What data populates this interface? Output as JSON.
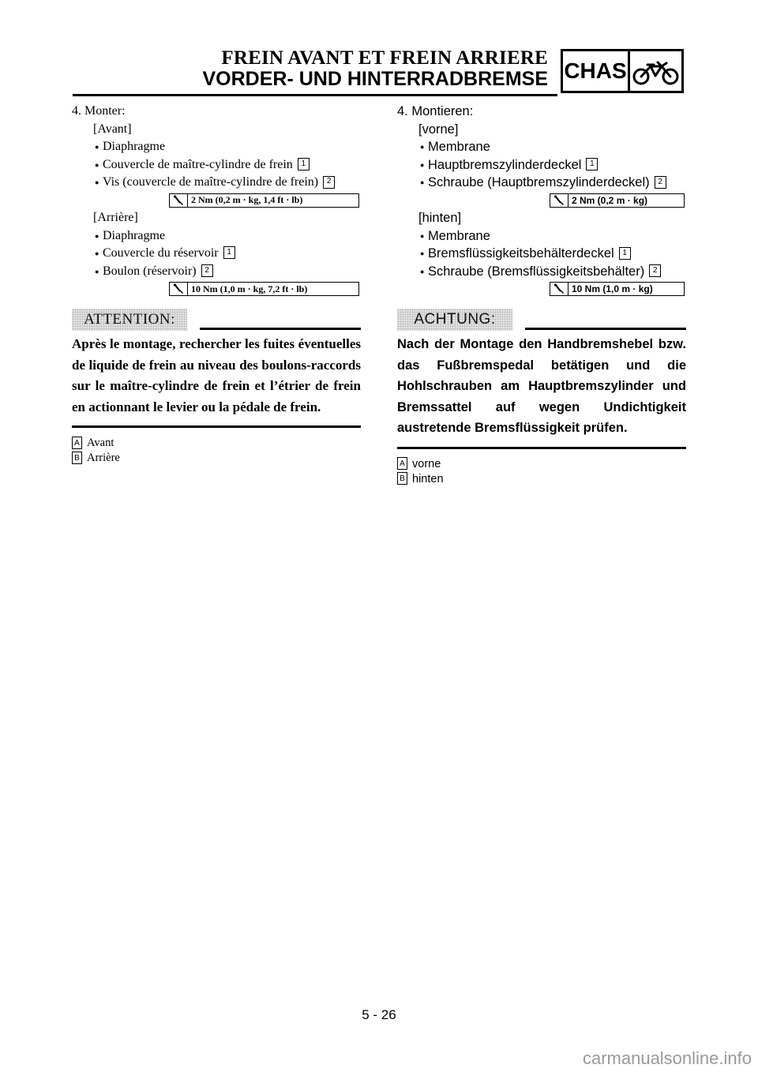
{
  "header": {
    "title_fr": "FREIN AVANT ET FREIN ARRIERE",
    "title_de": "VORDER- UND HINTERRADBREMSE",
    "section": "CHAS",
    "section_icon": "motorcycle-icon"
  },
  "fr": {
    "step": "4. Monter:",
    "front_label": "[Avant]",
    "front_items": [
      {
        "text": "Diaphragme",
        "num": ""
      },
      {
        "text": "Couvercle de maître-cylindre de frein",
        "num": "1"
      },
      {
        "text": "Vis (couvercle de maître-cylindre de frein)",
        "num": "2"
      }
    ],
    "front_torque": "2 Nm (0,2 m · kg, 1,4 ft · lb)",
    "rear_label": "[Arrière]",
    "rear_items": [
      {
        "text": "Diaphragme",
        "num": ""
      },
      {
        "text": "Couvercle du réservoir",
        "num": "1"
      },
      {
        "text": "Boulon (réservoir)",
        "num": "2"
      }
    ],
    "rear_torque": "10 Nm (1,0 m · kg, 7,2 ft · lb)",
    "warning_label": "ATTENTION:",
    "warning_text": "Après le montage, rechercher les fuites éventuel­les de liquide de frein au niveau des boulons-rac­cords sur le maître-cylindre de frein et l’étrier de frein en actionnant le levier ou la pédale de frein.",
    "legend": [
      {
        "key": "A",
        "text": "Avant"
      },
      {
        "key": "B",
        "text": "Arrière"
      }
    ]
  },
  "de": {
    "step": "4. Montieren:",
    "front_label": "[vorne]",
    "front_items": [
      {
        "text": "Membrane",
        "num": ""
      },
      {
        "text": "Hauptbremszylinderdeckel",
        "num": "1"
      },
      {
        "text": "Schraube (Hauptbremszylinderdeckel)",
        "num": "2"
      }
    ],
    "front_torque": "2 Nm (0,2 m · kg)",
    "rear_label": "[hinten]",
    "rear_items": [
      {
        "text": "Membrane",
        "num": ""
      },
      {
        "text": "Bremsflüssigkeitsbehälterdeckel",
        "num": "1"
      },
      {
        "text": "Schraube (Bremsflüssigkeitsbehälter)",
        "num": "2"
      }
    ],
    "rear_torque": "10 Nm (1,0 m · kg)",
    "warning_label": "ACHTUNG:",
    "warning_text": "Nach der Montage den Handbremshebel bzw. das Fußbremspedal betätigen und die Hohlschrauben am Hauptbremszylinder und Bremssattel auf wegen Undichtigkeit austretende Bremsflüssigkeit prüfen.",
    "legend": [
      {
        "key": "A",
        "text": "vorne"
      },
      {
        "key": "B",
        "text": "hinten"
      }
    ]
  },
  "footer": {
    "page_number": "5 - 26",
    "watermark": "carmanualsonline.info"
  }
}
